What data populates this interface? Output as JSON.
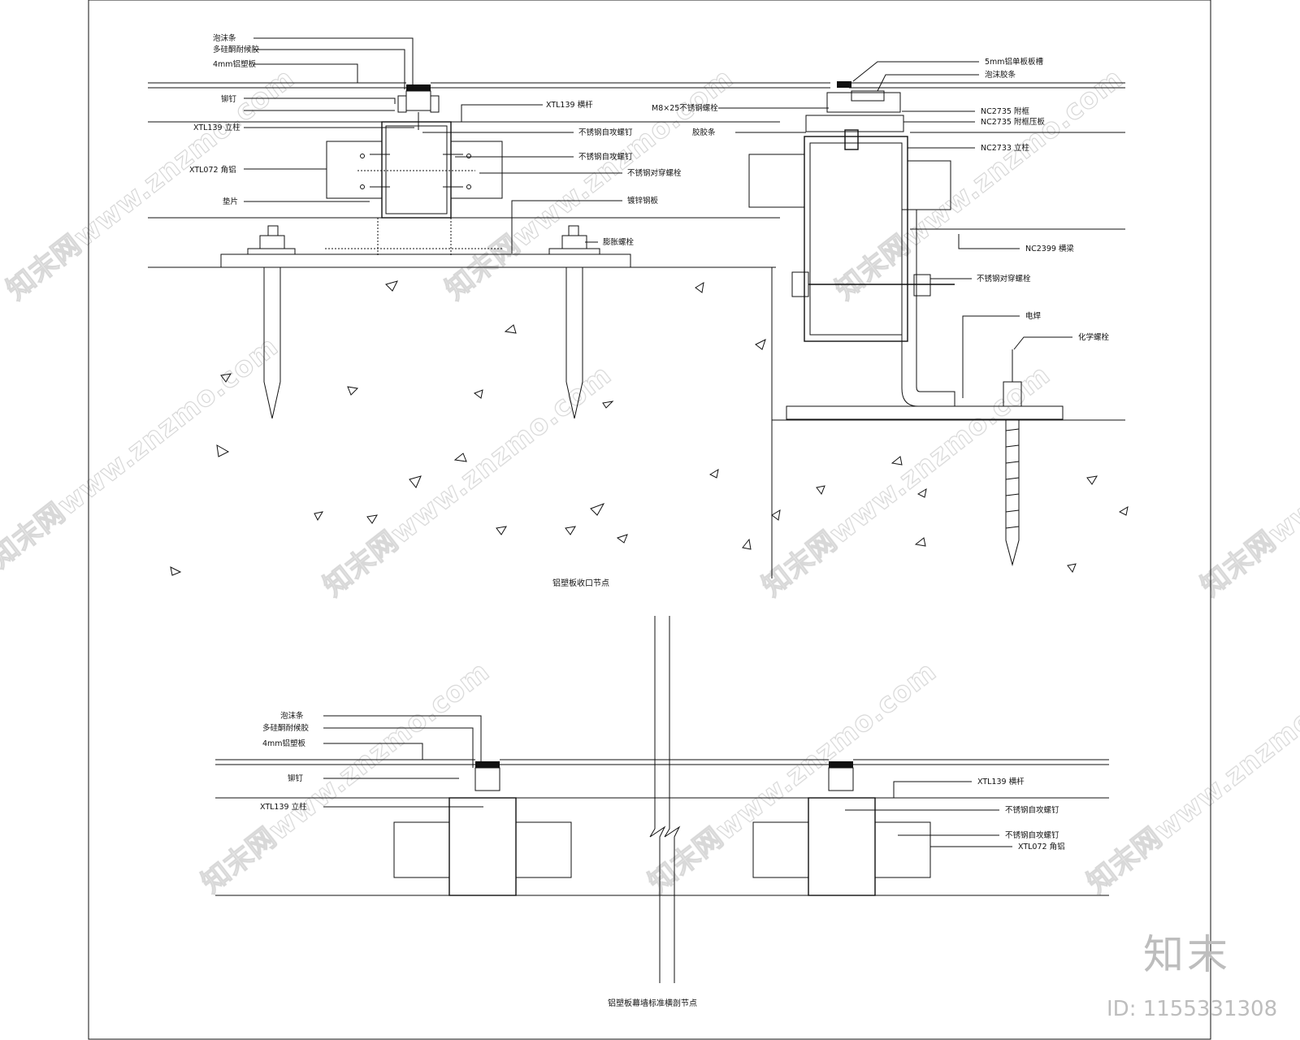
{
  "drawing": {
    "top_left": {
      "callouts_left": [
        "泡沫条",
        "多硅酮耐候胶",
        "4mm铝塑板",
        "铆钉",
        "XTL139 立柱",
        "XTL072 角铝",
        "垫片"
      ],
      "callouts_right": [
        "XTL139 横杆",
        "不锈钢自攻螺钉",
        "不锈钢自攻螺钉",
        "不锈钢对穿螺栓",
        "镀锌钢板",
        "膨胀螺栓"
      ],
      "caption": "铝塑板收口节点"
    },
    "top_right": {
      "callouts_top": [
        "5mm铝单板板槽",
        "泡沫胶条"
      ],
      "callouts_left": [
        "M8×25不锈钢螺栓",
        "胶胶条"
      ],
      "callouts_right": [
        "NC2735 附框",
        "NC2735 附框压板",
        "NC2733 立柱",
        "NC2399 横梁",
        "不锈钢对穿螺栓",
        "电焊",
        "化学螺栓"
      ]
    },
    "bottom": {
      "callouts_left": [
        "泡沫条",
        "多硅酮耐候胶",
        "4mm铝塑板",
        "铆钉",
        "XTL139 立柱"
      ],
      "callouts_right": [
        "XTL139 横杆",
        "不锈钢自攻螺钉",
        "不锈钢自攻螺钉",
        "XTL072 角铝"
      ],
      "caption": "铝塑板幕墙标准横剖节点"
    }
  },
  "watermark": {
    "text": "知末网www.znzmo.com",
    "brand": "知末",
    "id_label": "ID: 1155331308"
  }
}
